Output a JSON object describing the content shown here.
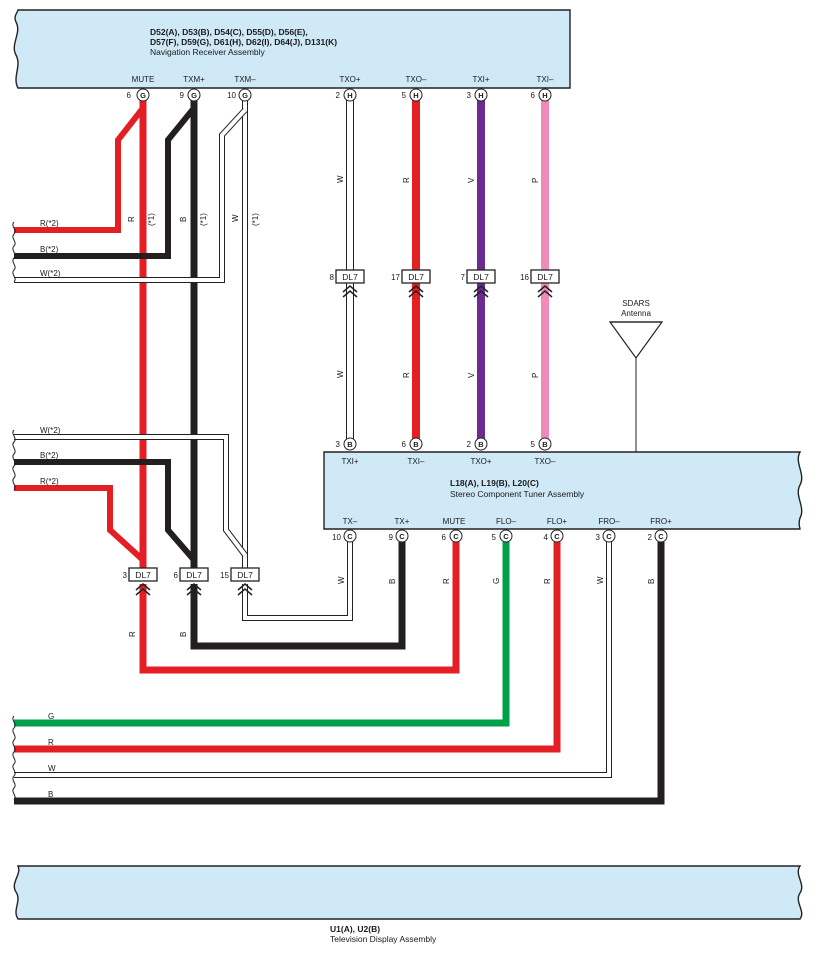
{
  "navigation_receiver": {
    "codes_line1": "D52(A), D53(B), D54(C), D55(D), D56(E),",
    "codes_line2": "D57(F), D59(G), D61(H), D62(I), D64(J), D131(K)",
    "name": "Navigation Receiver Assembly",
    "pins": [
      {
        "label": "MUTE",
        "num": "6",
        "conn": "G"
      },
      {
        "label": "TXM+",
        "num": "9",
        "conn": "G"
      },
      {
        "label": "TXM–",
        "num": "10",
        "conn": "G"
      },
      {
        "label": "TXO+",
        "num": "2",
        "conn": "H"
      },
      {
        "label": "TXO–",
        "num": "5",
        "conn": "H"
      },
      {
        "label": "TXI+",
        "num": "3",
        "conn": "H"
      },
      {
        "label": "TXI–",
        "num": "6",
        "conn": "H"
      }
    ]
  },
  "stereo_tuner": {
    "codes": "L18(A), L19(B), L20(C)",
    "name": "Stereo Component Tuner Assembly",
    "top_pins": [
      {
        "label": "TXI+",
        "num": "3",
        "conn": "B"
      },
      {
        "label": "TXI–",
        "num": "6",
        "conn": "B"
      },
      {
        "label": "TXO+",
        "num": "2",
        "conn": "B"
      },
      {
        "label": "TXO–",
        "num": "5",
        "conn": "B"
      }
    ],
    "bottom_pins": [
      {
        "label": "TX–",
        "num": "10",
        "conn": "C"
      },
      {
        "label": "TX+",
        "num": "9",
        "conn": "C"
      },
      {
        "label": "MUTE",
        "num": "6",
        "conn": "C"
      },
      {
        "label": "FLO–",
        "num": "5",
        "conn": "C"
      },
      {
        "label": "FLO+",
        "num": "4",
        "conn": "C"
      },
      {
        "label": "FRO–",
        "num": "3",
        "conn": "C"
      },
      {
        "label": "FRO+",
        "num": "2",
        "conn": "C"
      }
    ]
  },
  "television_display": {
    "codes": "U1(A), U2(B)",
    "name": "Television Display Assembly"
  },
  "antenna": {
    "line1": "SDARS",
    "line2": "Antenna"
  },
  "connectors_mid": [
    {
      "num": "8",
      "name": "DL7"
    },
    {
      "num": "17",
      "name": "DL7"
    },
    {
      "num": "7",
      "name": "DL7"
    },
    {
      "num": "16",
      "name": "DL7"
    }
  ],
  "connectors_low": [
    {
      "num": "3",
      "name": "DL7"
    },
    {
      "num": "6",
      "name": "DL7"
    },
    {
      "num": "15",
      "name": "DL7"
    }
  ],
  "wire_labels": {
    "upper_left": [
      "R(*2)",
      "B(*2)",
      "W(*2)"
    ],
    "mid_left": [
      "W(*2)",
      "B(*2)",
      "R(*2)"
    ],
    "bottom_left": [
      "G",
      "R",
      "W",
      "B"
    ],
    "nav_drops": [
      "R",
      "(*1)",
      "B",
      "(*1)",
      "W",
      "(*1)"
    ],
    "vertical_top": [
      "W",
      "R",
      "V",
      "P"
    ],
    "vertical_mid": [
      "W",
      "R",
      "V",
      "P"
    ],
    "tuner_drops": [
      "W",
      "B",
      "R",
      "G",
      "R",
      "W",
      "B"
    ],
    "below_dl7": [
      "R",
      "B"
    ]
  },
  "colors": {
    "red": "#e31e24",
    "black": "#231f20",
    "violet": "#6a2c91",
    "pink": "#f08ab8",
    "green": "#00a04b",
    "white_wire": "#ffffff",
    "box_fill": "#cfe9f7"
  }
}
